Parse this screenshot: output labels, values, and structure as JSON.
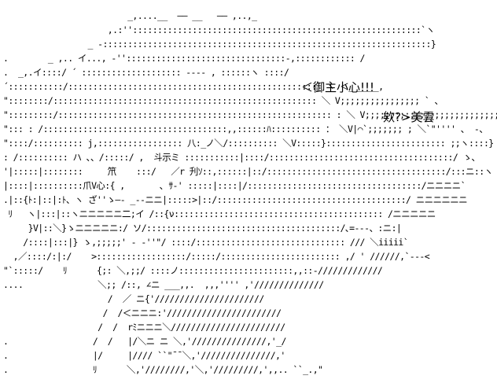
{
  "art": {
    "lines": [
      "                         _,....__  ―― __   ―― ,..,_",
      "                     ,.:''::::::::::::::::::::::::::::::::::::::::::::::::::::::::::`ヽ",
      "                 _ -::::::::::::::::::::::::::::::::::::::::::::::::::::::::::::::::::}",
      ".        _ ,.. イ..., -''::::::::::::::::::::::::::::::::-,:::::::::::: /",
      ".  _,.イ::::/ ´ :::::::::::::::::::: -‐-- , ::::::ヽ ::::/",
      "´:::::::::::/::::::::::::::::::::::::::::::::::::::::::::::::::` ヽ ＜______,",
      "\"::::::::/::::::::::::::::::::::::::::::::::::::::::::::::::::: ＼ V;;;;;;;;;;;;;;;; ` 、",
      "\":::::::::/::::::::::::::::::::::::::::::::::::::::::::::::::::::: : ＼ V;;;;;;;;;;;;;;;;;;;;;;;;;;;;;;;;;`ヽ 、",
      "\"::: : /:::::::::::::::::::::::::::::::::::::,,::::::ﾊ:::::::::: ： ＼V|⌒`;;;;;;; ; ＼`\"'''' 、 -、",
      "\"::::/:::::::::: j,::::::::::::::::: 八:_ノ＼/:::::::::: ＼V:::::}:::::::::::::::::::::::: ;;ヽ::::}",
      ": /:::::::::: ハ ､、/:::::/ ,  斗示ミ :::::::::::|::::/:::::::::::::::::::::::::::::::::::::/ ゝ、",
      "'|:::::|::::::::     笊    :::/   ／r 刋ｿ::,::::::|::/::::::::::::::::::::::::::::::::::::/:::ニ::ヽ",
      "|::::|::::::::::爪V心:{ ,       ､ ｻ-' :::::|::::|/:::::::::::::::::::::::::::::::::::/ニニニニ`",
      ".|::{ﾄ:|::|:ﾄ、ヽ ざ''ゝ―‐ _--ニニ|:::::>|::/::::::::::::::::::::::::::::::::::::::/ ニニニニニニ",
      " ﾘ   ヽ|:::|::ヽニニニニニ二;イ /::{ν:::::::::::::::::::::::::::::::::::::::::: /ニニニニニ",
      "     }V|::＼}ゝニニニニニ:/ ソ/:::::::::::::::::::::::::::::::::::::::/､=-‐‐、:ニ:|",
      "    /::::|:::|} ゝ,;;;;;' - -''\"/ ::::/:::::::::::::::::::::::::::::: /// ＼iiiii`",
      "  ,／::::/:|:/    >::::::::::::::::::/:::::/:::::::::::::::::::::::: ,/ ' //////,`--‐<",
      "\"`:::::/    ﾘ      {;: ＼,;;/ ::::ノ:::::::::::::::::::::::,,::-/////////////",
      "....               ＼;; /::, ∠ニ ___,,.  ,,,'''' ,'//////////////",
      "                     /  ／ ニ{'//////////////////////",
      "                    /  /＜ニニニ:'///////////////////////",
      "                   /  /  rﾐニニニ＼///////////////////////",
      ".                 /  /   |/＼ニ ニ ＼,'///////////////,'_/",
      ".                 |/     |//// ``\"¯¯＼,'///////////////,'",
      ".                 ﾘ      ＼,'////////,'＼,'/////////,',,.. ``_.,\""
    ]
  },
  "dialogue": [
    {
      "text": "＜御主小心!!!"
    },
    {
      "text": "欸?>美雲"
    }
  ]
}
